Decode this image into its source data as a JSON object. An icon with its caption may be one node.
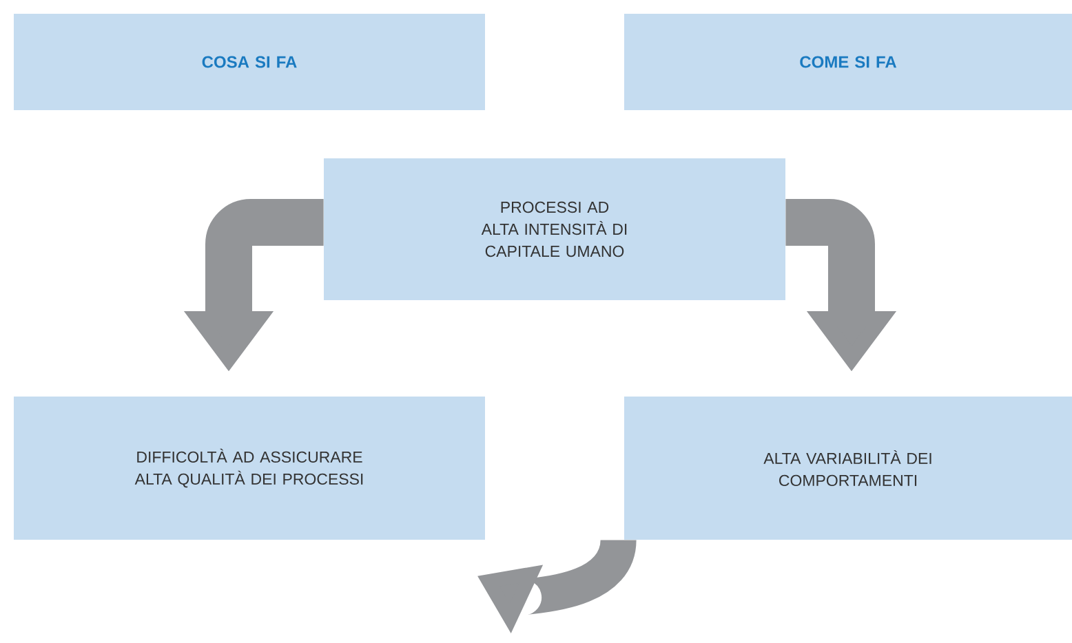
{
  "diagram": {
    "nodes": [
      {
        "text": [
          "COSA SI FA"
        ]
      },
      {
        "text": [
          "COME SI FA"
        ]
      },
      {
        "text": [
          "PROCESSI AD ALTA INTENSITÀ DI CAPITALE UMANO"
        ]
      },
      {
        "text": [
          "DIFFICOLTÀ AD ASSICURARE ALTA QUALITÀ DEI PROCESSI"
        ]
      },
      {
        "text": [
          "ALTA VARIABILITÀ DEI COMPORTAMENTI"
        ]
      }
    ],
    "edges": [
      {
        "from": 2,
        "to": 3,
        "arrow": "to"
      },
      {
        "from": 2,
        "to": 4,
        "arrow": "to"
      },
      {
        "from": 4,
        "to": 3,
        "arrow": "to"
      }
    ]
  }
}
